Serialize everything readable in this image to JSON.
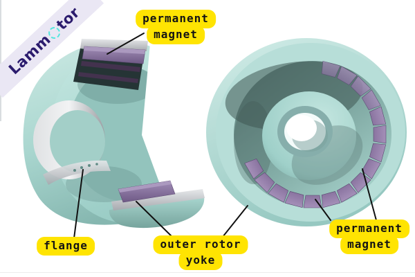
{
  "watermark": {
    "prefix": "Lamm",
    "suffix": "tor",
    "band_color": "#eae7f4",
    "text_color": "#2b1b6d",
    "o_ring_color": "#55e6de"
  },
  "labels": {
    "magnet_top": {
      "line1": "permanent",
      "line2": "magnet"
    },
    "flange": {
      "line1": "flange"
    },
    "yoke": {
      "line1": "outer rotor",
      "line2": "yoke"
    },
    "magnet_right": {
      "line1": "permanent",
      "line2": "magnet"
    }
  },
  "colors": {
    "label_bg": "#ffe402",
    "label_text": "#141414",
    "leader_line": "#111111",
    "rotor_body_teal": "#a9d6cf",
    "magnet_purple": "#8d76a4",
    "metal_gray": "#c9cccf",
    "cavity_shadow": "#46605c",
    "background": "#ffffff"
  }
}
